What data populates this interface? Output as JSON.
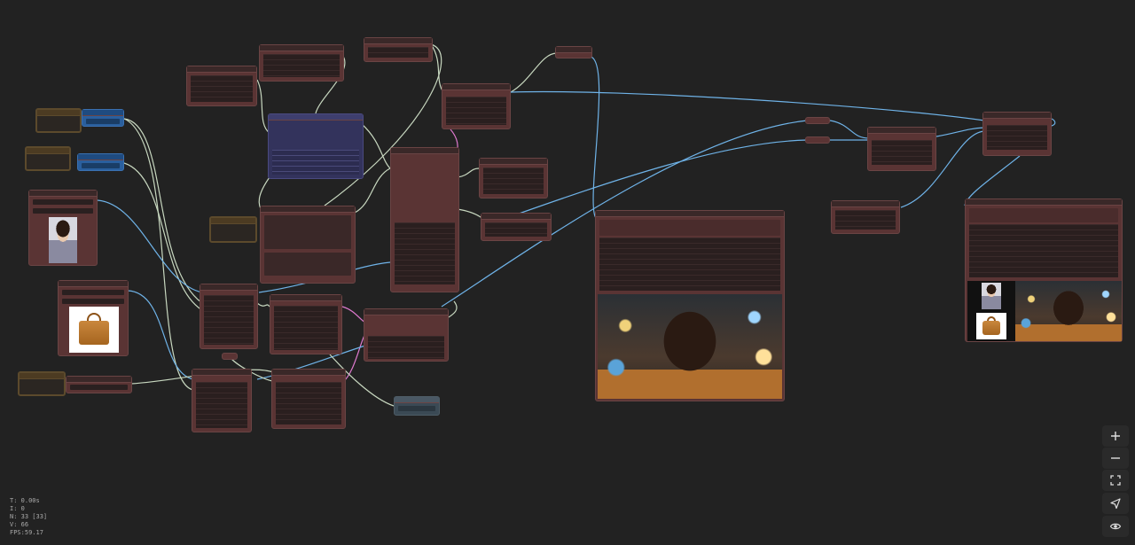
{
  "stats": {
    "time": "T: 0.00s",
    "iterations": "I: 0",
    "nodes": "N: 33 [33]",
    "vertices": "V: 66",
    "fps": "FPS:59.17"
  },
  "zoom_controls": [
    "zoom-in-icon",
    "zoom-out-icon",
    "fit-view-icon",
    "locate-icon",
    "visibility-icon"
  ],
  "colors": {
    "canvas": "#222222",
    "node": "#5a3434",
    "node_header": "#3a2828",
    "primitive": "#2a5f9e",
    "group_note": "#5c4a2c",
    "model_node": "#33335c",
    "wire_image": "#6fb3e8",
    "wire_latent": "#e07ad0",
    "wire_generic": "#c8d8c0"
  }
}
